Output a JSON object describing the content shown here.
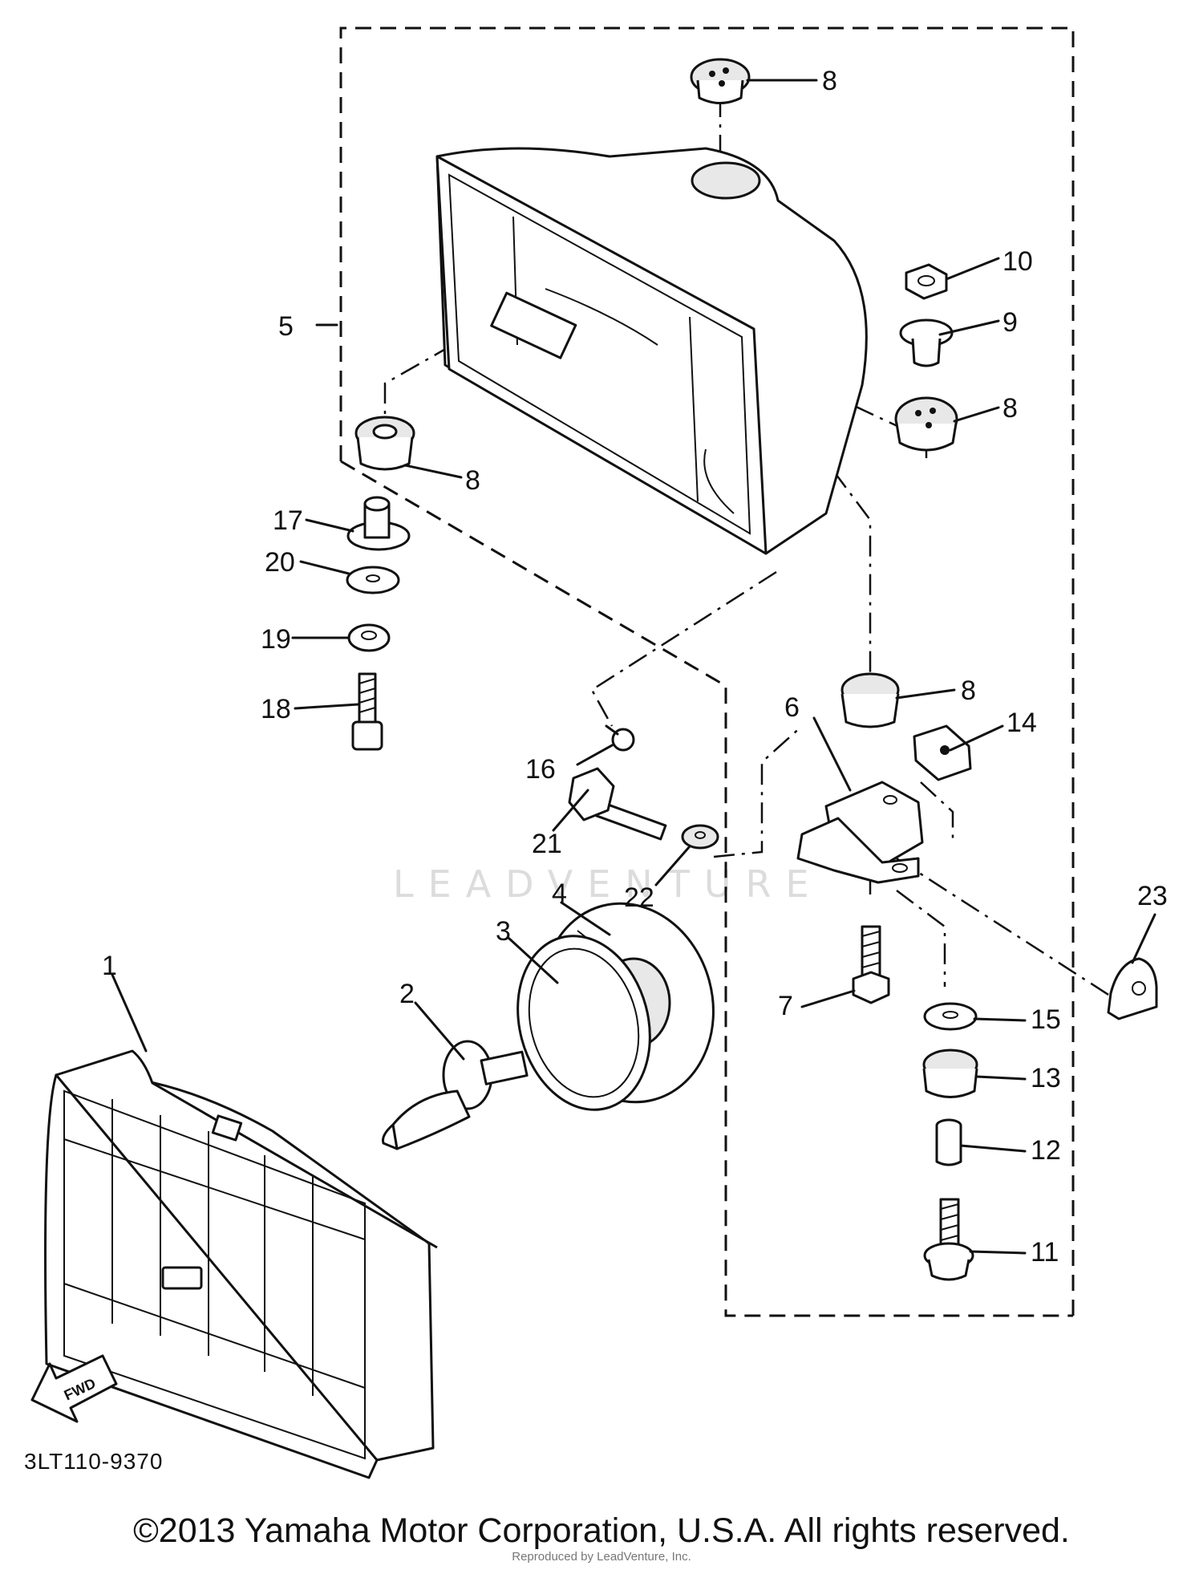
{
  "diagram_code": "3LT110-9370",
  "copyright": "©2013 Yamaha Motor Corporation, U.S.A. All rights reserved.",
  "reproduced_notice": "Reproduced by LeadVenture, Inc.",
  "watermark": "LEADVENTURE",
  "fwd_label": "FWD",
  "callouts": {
    "c1": "1",
    "c2": "2",
    "c3": "3",
    "c4": "4",
    "c5": "5",
    "c6": "6",
    "c7": "7",
    "c8a": "8",
    "c8b": "8",
    "c8c": "8",
    "c8d": "8",
    "c9": "9",
    "c10": "10",
    "c11": "11",
    "c12": "12",
    "c13": "13",
    "c14": "14",
    "c15": "15",
    "c16": "16",
    "c17": "17",
    "c18": "18",
    "c19": "19",
    "c20": "20",
    "c21": "21",
    "c22": "22",
    "c23": "23"
  }
}
